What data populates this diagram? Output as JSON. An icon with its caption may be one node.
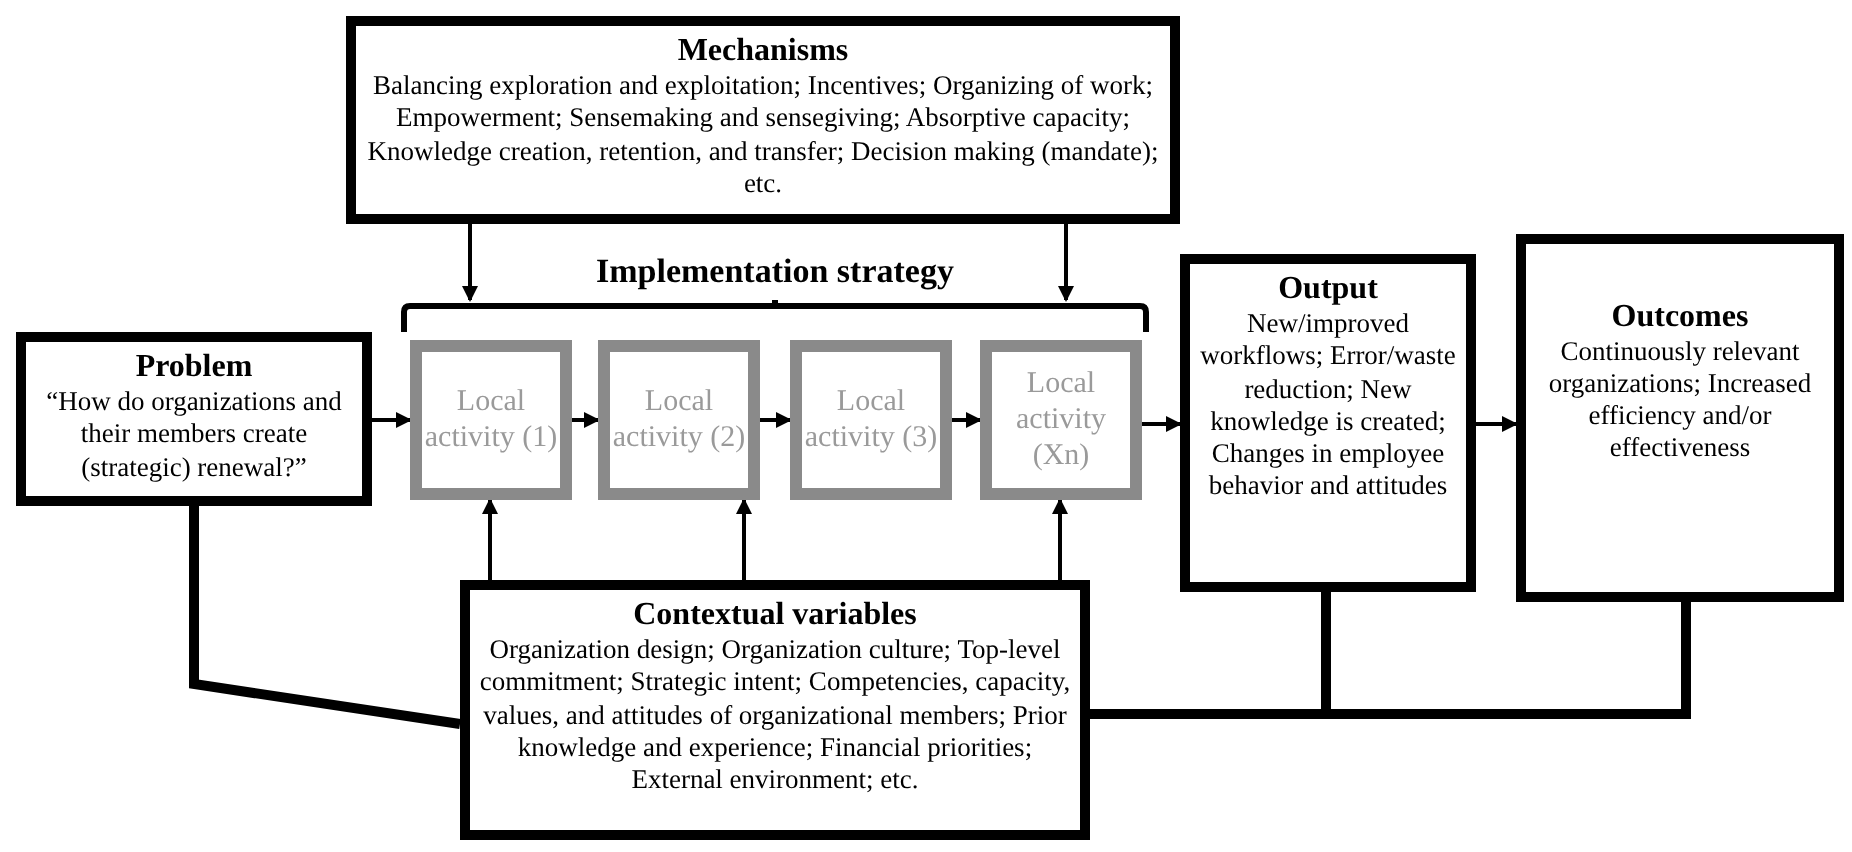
{
  "diagram": {
    "nodes": [
      {
        "text": [
          "Mechanisms",
          "Balancing exploration and exploitation; Incentives; Organizing of work; Empowerment; Sensemaking and sensegiving; Absorptive capacity; Knowledge creation, retention, and transfer; Decision making (mandate); etc."
        ]
      },
      {
        "text": [],
        "shape": "brace",
        "beside": [
          "Implementation strategy"
        ]
      },
      {
        "text": [
          "Problem",
          "“How do organizations and their members create (strategic) renewal?”"
        ]
      },
      {
        "text": [
          "Local activity (1)"
        ]
      },
      {
        "text": [
          "Local activity (2)"
        ]
      },
      {
        "text": [
          "Local activity (3)"
        ]
      },
      {
        "text": [
          "Local activity (Xn)"
        ]
      },
      {
        "text": [
          "Output",
          "New/improved workflows; Error/waste reduction; New knowledge is created; Changes in employee behavior and attitudes"
        ]
      },
      {
        "text": [
          "Outcomes",
          "Continuously relevant organizations; Increased efficiency and/or effectiveness"
        ]
      },
      {
        "text": [
          "Contextual variables",
          "Organization design; Organization culture; Top-level commitment; Strategic intent; Competencies, capacity, values, and attitudes of organizational members; Prior knowledge and experience; Financial priorities; External environment; etc."
        ]
      }
    ],
    "edges": [
      {
        "from": 0,
        "to": 1,
        "arrow": "to"
      },
      {
        "from": 0,
        "to": 1,
        "arrow": "to"
      },
      {
        "from": 2,
        "to": 3,
        "arrow": "to"
      },
      {
        "from": 3,
        "to": 4,
        "arrow": "to"
      },
      {
        "from": 4,
        "to": 5,
        "arrow": "to"
      },
      {
        "from": 5,
        "to": 6,
        "arrow": "to"
      },
      {
        "from": 6,
        "to": 7,
        "arrow": "to"
      },
      {
        "from": 7,
        "to": 8,
        "arrow": "to"
      },
      {
        "from": 9,
        "to": 3,
        "arrow": "to"
      },
      {
        "from": 9,
        "to": 4,
        "arrow": "to"
      },
      {
        "from": 9,
        "to": 6,
        "arrow": "to"
      },
      {
        "from": 2,
        "to": 9,
        "arrow": "none",
        "style": "thick"
      },
      {
        "from": 9,
        "to": 7,
        "arrow": "none",
        "style": "thick"
      },
      {
        "from": 9,
        "to": 8,
        "arrow": "none",
        "style": "thick"
      }
    ]
  }
}
